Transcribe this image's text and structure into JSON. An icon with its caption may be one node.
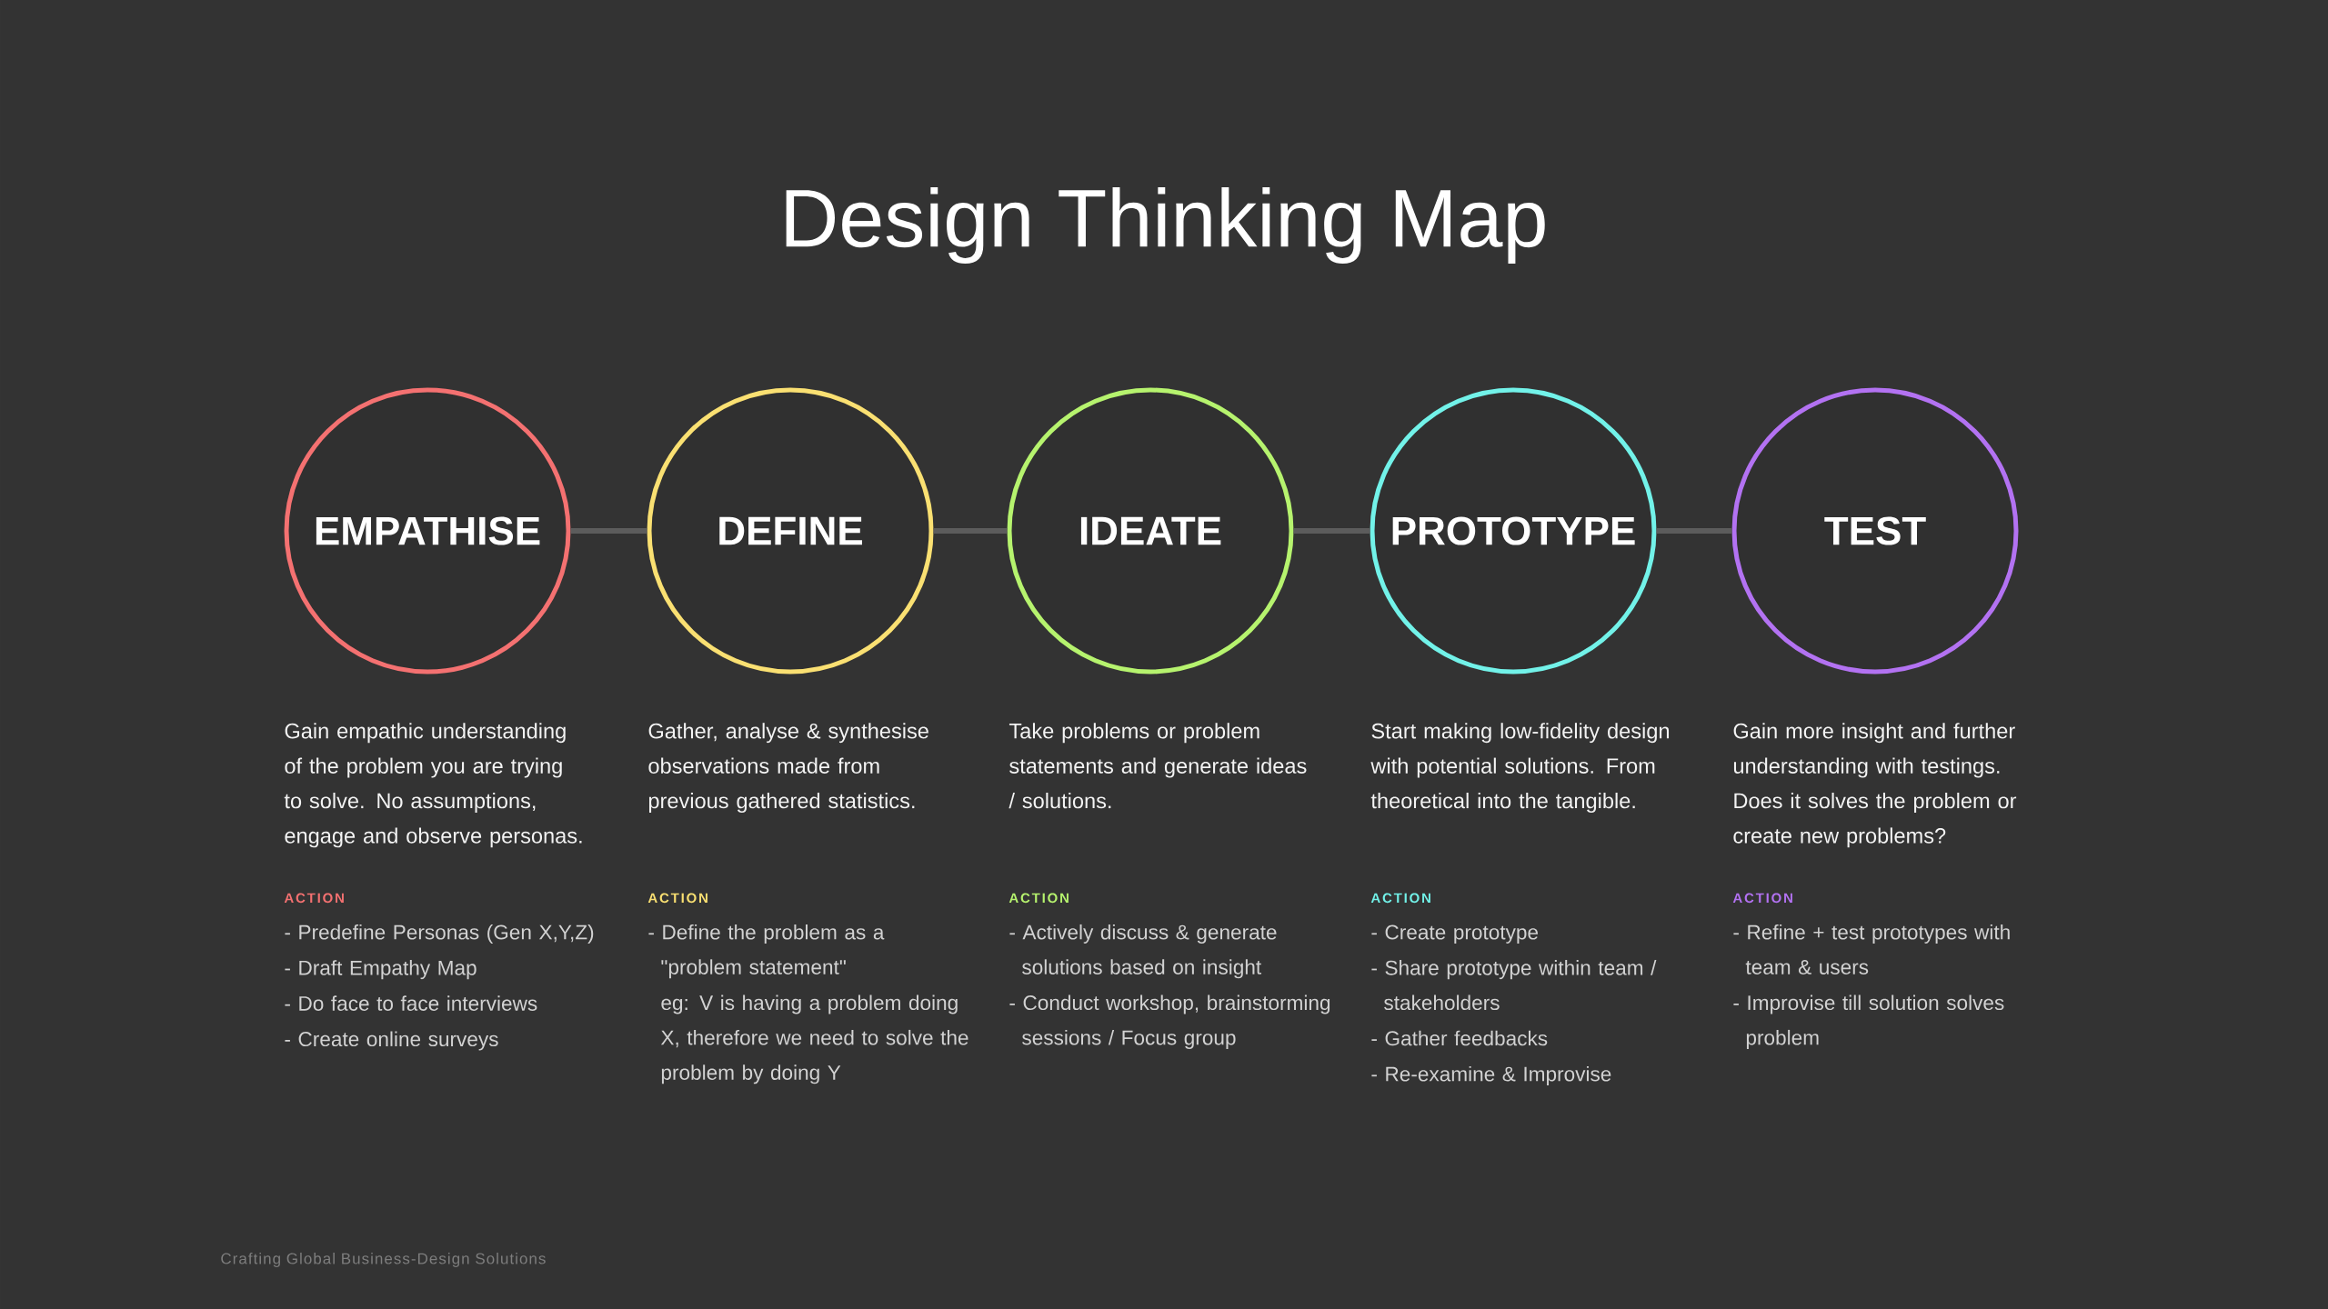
{
  "diagram": {
    "title": "Design Thinking Map",
    "nodes": [
      {
        "text": [
          "EMPATHISE"
        ],
        "beside": [
          "Gain empathic understanding of the problem you are trying to solve. No assumptions, engage and observe personas.",
          "ACTION",
          "- Predefine Personas (Gen X,Y,Z)",
          "- Draft Empathy Map",
          "- Do face to face interviews",
          "- Create online surveys"
        ]
      },
      {
        "text": [
          "DEFINE"
        ],
        "beside": [
          "Gather, analyse & synthesise observations made from previous gathered statistics.",
          "ACTION",
          "- Define the problem as a \"problem statement\"",
          "eg: V is having a problem doing X, therefore we need to solve the problem by doing Y"
        ]
      },
      {
        "text": [
          "IDEATE"
        ],
        "beside": [
          "Take problems or problem statements and generate ideas / solutions.",
          "ACTION",
          "- Actively discuss & generate solutions based on insight",
          "- Conduct workshop, brainstorming sessions / Focus group"
        ]
      },
      {
        "text": [
          "PROTOTYPE"
        ],
        "beside": [
          "Start making low-fidelity design with potential solutions. From theoretical into the tangible.",
          "ACTION",
          "- Create prototype",
          "- Share prototype within team / stakeholders",
          "- Gather feedbacks",
          "- Re-examine & Improvise"
        ]
      },
      {
        "text": [
          "TEST"
        ],
        "beside": [
          "Gain more insight and further understanding with testings. Does it solves the problem or create new problems?",
          "ACTION",
          "- Refine + test prototypes with team & users",
          "- Improvise till solution solves problem"
        ]
      }
    ],
    "edges": [
      {
        "from": 0,
        "to": 1,
        "arrow": "none"
      },
      {
        "from": 1,
        "to": 2,
        "arrow": "none"
      },
      {
        "from": 2,
        "to": 3,
        "arrow": "none"
      },
      {
        "from": 3,
        "to": 4,
        "arrow": "none"
      }
    ],
    "labels": [
      "Crafting Global Business-Design Solutions"
    ]
  }
}
